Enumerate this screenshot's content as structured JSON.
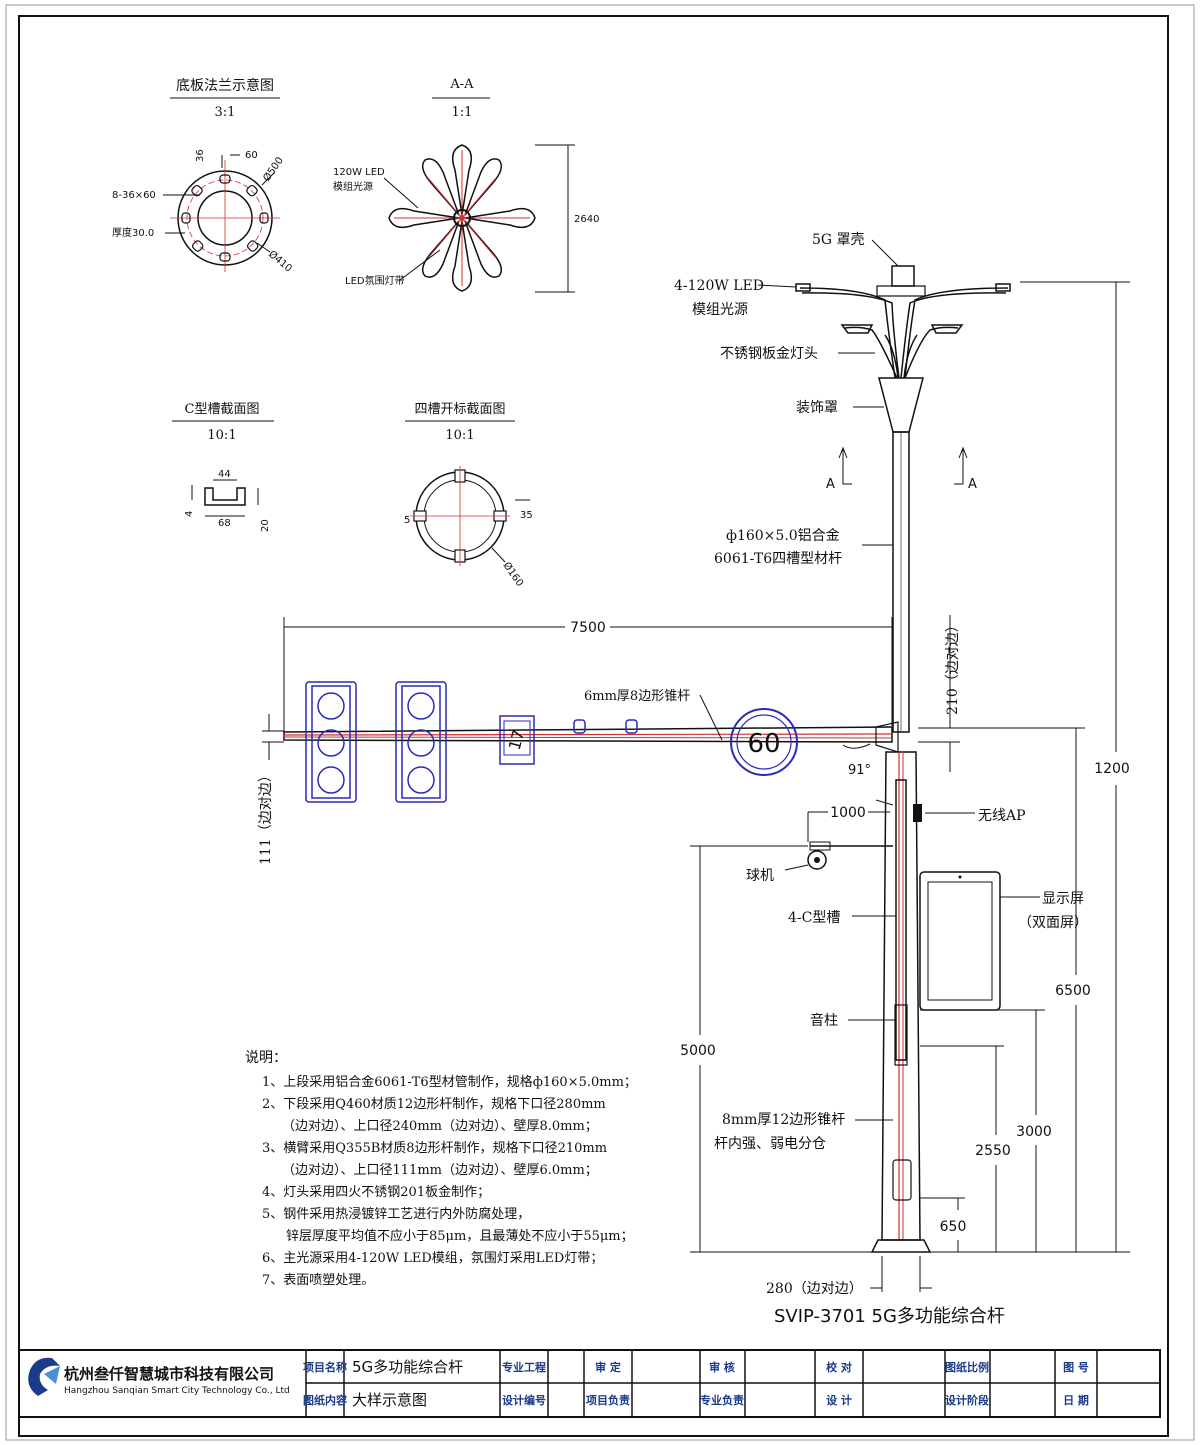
{
  "details": {
    "flange": {
      "title": "底板法兰示意图",
      "scale": "3:1",
      "dim_60": "60",
      "dim_36": "36",
      "dim_500": "Ø500",
      "dim_410": "Ø410",
      "holes": "8-36×60",
      "thickness": "厚度30.0"
    },
    "section_aa": {
      "title": "A-A",
      "scale": "1:1",
      "led_label_1": "120W LED",
      "led_label_2": "模组光源",
      "strip_label": "LED氛围灯带",
      "dim_2640": "2640"
    },
    "c_channel": {
      "title": "C型槽截面图",
      "scale": "10:1",
      "dim_44": "44",
      "dim_4": "4",
      "dim_68": "68",
      "dim_20": "20"
    },
    "four_slot": {
      "title": "四槽开标截面图",
      "scale": "10:1",
      "dim_5": "5",
      "dim_35": "35",
      "dim_160": "Ø160"
    }
  },
  "pole": {
    "labels": {
      "cover_5g": "5G 罩壳",
      "led_1": "4-120W LED",
      "led_2": "模组光源",
      "lamp_head": "不锈钢板金灯头",
      "decor": "装饰罩",
      "section_a_left": "A",
      "section_a_right": "A",
      "pole_spec_1": "ф160×5.0铝合金",
      "pole_spec_2": "6061-T6四槽型材杆",
      "arm_spec": "6mm厚8边形锥杆",
      "angle": "91°",
      "ap": "无线AP",
      "camera": "球机",
      "c_slot": "4-C型槽",
      "screen_1": "显示屏",
      "screen_2": "（双面屏）",
      "speaker": "音柱",
      "lower_spec_1": "8mm厚12边形锥杆",
      "lower_spec_2": "杆内强、弱电分仓",
      "speed_sign": "60",
      "guide_sign": "17"
    },
    "dims": {
      "d7500": "7500",
      "d210": "210（边对边）",
      "d111": "111（边对边）",
      "d1000": "1000",
      "d1200": "1200",
      "d6500": "6500",
      "d5000": "5000",
      "d3000": "3000",
      "d2550": "2550",
      "d650": "650",
      "d280": "280（边对边）"
    }
  },
  "notes": {
    "heading": "说明：",
    "lines": [
      "1、上段采用铝合金6061-T6型材管制作，规格ф160×5.0mm；",
      "2、下段采用Q460材质12边形杆制作，规格下口径280mm",
      "（边对边）、上口径240mm（边对边）、壁厚8.0mm；",
      "3、横臂采用Q355B材质8边形杆制作，规格下口径210mm",
      "（边对边）、上口径111mm（边对边）、壁厚6.0mm；",
      "4、灯头采用四火不锈钢201板金制作；",
      "5、钢件采用热浸镀锌工艺进行内外防腐处理，",
      "锌层厚度平均值不应小于85μm，且最薄处不应小于55μm；",
      "6、主光源采用4-120W LED模组，氛围灯采用LED灯带；",
      "7、表面喷塑处理。"
    ]
  },
  "product_title": "SVIP-3701 5G多功能综合杆",
  "title_block": {
    "company_cn": "杭州叁仟智慧城市科技有限公司",
    "company_en": "Hangzhou Sanqian Smart City Technology Co., Ltd",
    "row1": [
      "项目名称",
      "5G多功能综合杆",
      "专业工程",
      "",
      "审 定",
      "",
      "审 核",
      "",
      "校 对",
      "",
      "图纸比例",
      "",
      "图 号",
      ""
    ],
    "row2": [
      "图纸内容",
      "大样示意图",
      "设计编号",
      "",
      "项目负责",
      "",
      "专业负责",
      "",
      "设 计",
      "",
      "设计阶段",
      "",
      "日 期",
      ""
    ]
  },
  "colors": {
    "title_block_text": "#1a3a8a",
    "sign_blue": "#2a2ab8",
    "red_line": "#d23030"
  }
}
